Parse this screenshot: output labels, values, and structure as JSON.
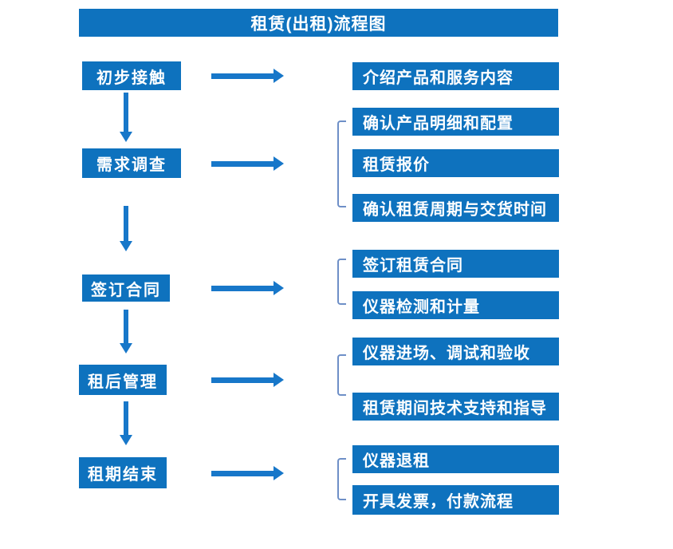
{
  "title": "租赁(出租)流程图",
  "colors": {
    "box_blue": "#0e72be",
    "arrow_blue": "#1777c9",
    "bracket_blue": "#6e8fc7",
    "text_white": "#ffffff",
    "background": "#ffffff"
  },
  "steps": [
    {
      "label": "初步接触",
      "outputs": [
        "介绍产品和服务内容"
      ]
    },
    {
      "label": "需求调查",
      "outputs": [
        "确认产品明细和配置",
        "租赁报价",
        "确认租赁周期与交货时间"
      ]
    },
    {
      "label": "签订合同",
      "outputs": [
        "签订租赁合同",
        "仪器检测和计量"
      ]
    },
    {
      "label": "租后管理",
      "outputs": [
        "仪器进场、调试和验收",
        "租赁期间技术支持和指导"
      ]
    },
    {
      "label": "租期结束",
      "outputs": [
        "仪器退租",
        "开具发票，付款流程"
      ]
    }
  ]
}
